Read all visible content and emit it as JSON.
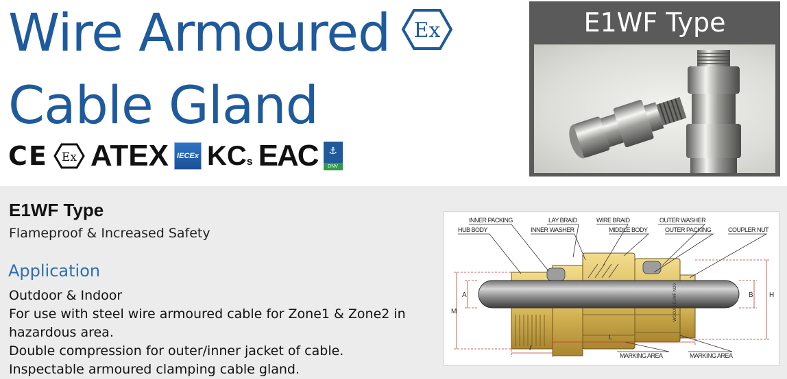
{
  "header": {
    "title_line1": "Wire Armoured",
    "title_line2": "Cable Gland",
    "ex_mark": "Ex"
  },
  "certifications": {
    "ce": "CE",
    "ex": "Ex",
    "atex": "ATEX",
    "iecex": "IECEx",
    "kcs": "KC",
    "kcs_small": "s",
    "eac": "EAC",
    "ship_badge": "DNV"
  },
  "photo_panel": {
    "title": "E1WF Type"
  },
  "info": {
    "type_heading": "E1WF Type",
    "type_subtitle": "Flameproof & Increased Safety",
    "application_heading": "Application",
    "application_lines": [
      "Outdoor & Indoor",
      "For use with steel wire armoured cable for Zone1 & Zone2 in",
      "hazardous area.",
      "Double compression for outer/inner jacket of cable.",
      "Inspectable armoured clamping cable gland."
    ]
  },
  "diagram": {
    "labels": {
      "inner_packing": "INNER PACKING",
      "lay_braid": "LAY BRAID",
      "wire_braid": "WIRE BRAID",
      "outer_washer": "OUTER WASHER",
      "hub_body": "HUB BODY",
      "inner_washer": "INNER WASHER",
      "middle_body": "MIDDLE BODY",
      "outer_packing": "OUTER PACKING",
      "coupler_nut": "COUPLER NUT",
      "marking_area_1": "MARKING AREA",
      "marking_area_2": "MARKING AREA",
      "dim_m": "M",
      "dim_a": "A",
      "dim_b": "B",
      "dim_h": "H",
      "dim_l_small": "ℓ",
      "dim_l": "L",
      "stamp": "WOOJIN E1WF M20"
    }
  },
  "colors": {
    "title_blue": "#1e5a9c",
    "application_blue": "#2e6fb3",
    "panel_gray": "#5a5a5a",
    "info_bg": "#ececec",
    "brass": "#d8b85a",
    "dimension_red": "#c0392b"
  }
}
